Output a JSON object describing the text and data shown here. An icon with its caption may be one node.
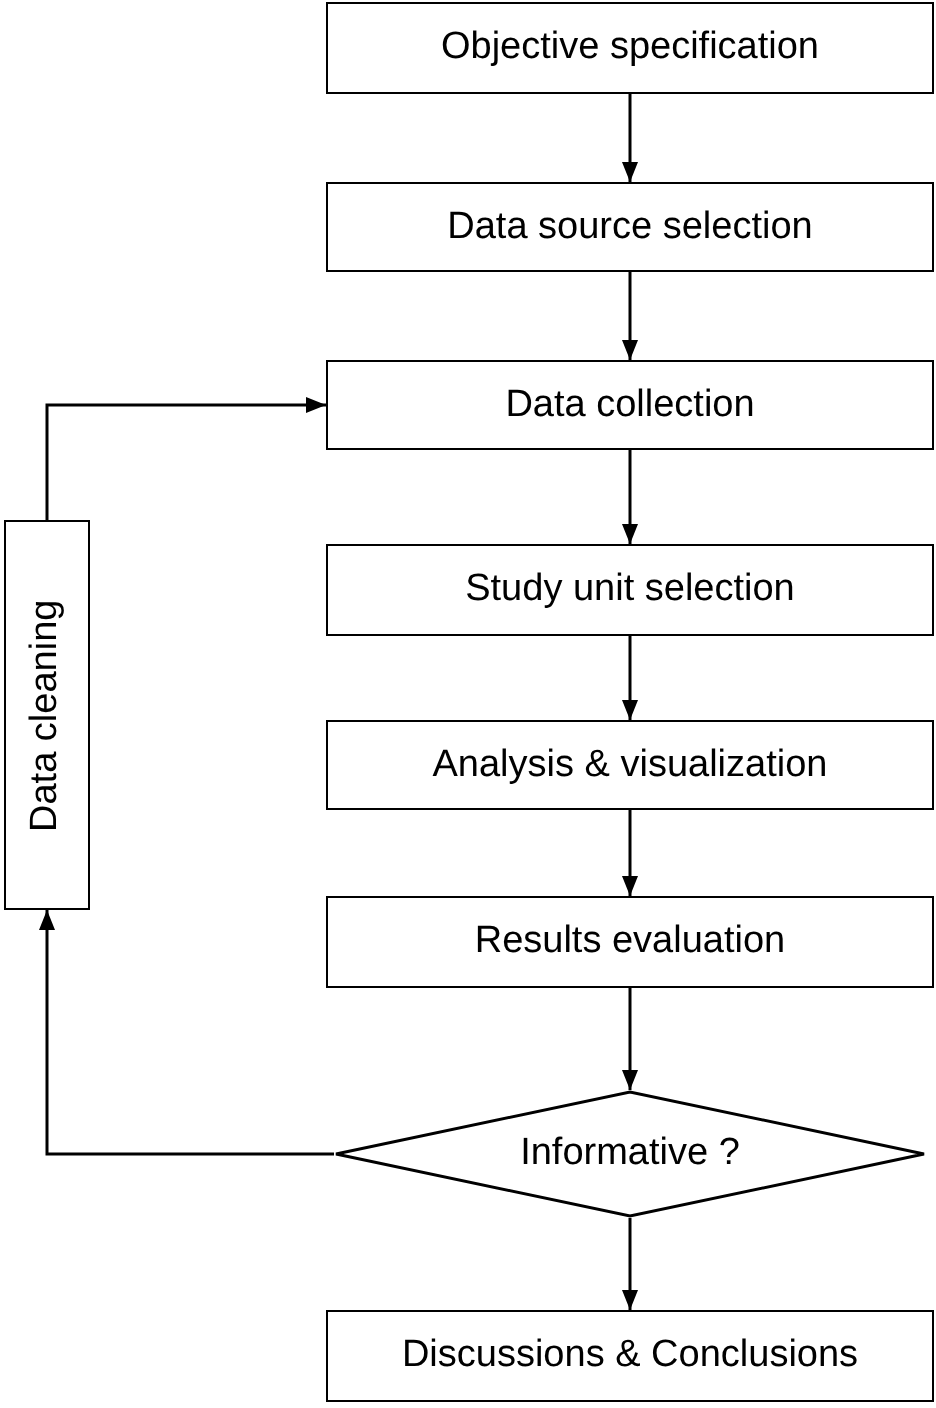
{
  "diagram": {
    "nodes": [
      {
        "text": [
          "Objective specification"
        ]
      },
      {
        "text": [
          "Data source selection"
        ]
      },
      {
        "text": [
          "Data collection"
        ]
      },
      {
        "text": [
          "Study unit selection"
        ]
      },
      {
        "text": [
          "Analysis & visualization"
        ]
      },
      {
        "text": [
          "Results evaluation"
        ]
      },
      {
        "text": [
          "Informative ?"
        ]
      },
      {
        "text": [
          "Discussions & Conclusions"
        ]
      },
      {
        "text": [
          "Data cleaning"
        ]
      }
    ],
    "edges": [
      {
        "from": 0,
        "to": 1,
        "arrow": "to"
      },
      {
        "from": 1,
        "to": 2,
        "arrow": "to"
      },
      {
        "from": 2,
        "to": 3,
        "arrow": "to"
      },
      {
        "from": 3,
        "to": 4,
        "arrow": "to"
      },
      {
        "from": 4,
        "to": 5,
        "arrow": "to"
      },
      {
        "from": 5,
        "to": 6,
        "arrow": "to"
      },
      {
        "from": 6,
        "to": 7,
        "arrow": "to"
      },
      {
        "from": 6,
        "to": 8,
        "arrow": "to"
      },
      {
        "from": 8,
        "to": 2,
        "arrow": "to"
      }
    ]
  }
}
